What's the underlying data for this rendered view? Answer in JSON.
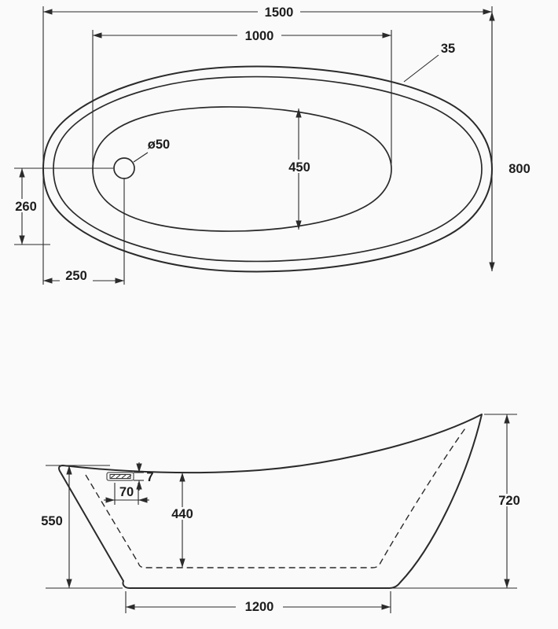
{
  "drawing": {
    "type": "bathtub-dimension-drawing",
    "background_color": "#fafafa",
    "line_color": "#2b2b2b",
    "top_view": {
      "dims": {
        "overall_length": "1500",
        "inner_length": "1000",
        "rim_width": "35",
        "overall_width": "800",
        "inner_width": "450",
        "drain_diameter": "ø50",
        "drain_offset_side": "260",
        "drain_offset_end": "250"
      }
    },
    "side_view": {
      "dims": {
        "overflow_height": "7",
        "overflow_width": "70",
        "front_height": "550",
        "inner_depth": "440",
        "back_height": "720",
        "base_length": "1200"
      }
    }
  }
}
